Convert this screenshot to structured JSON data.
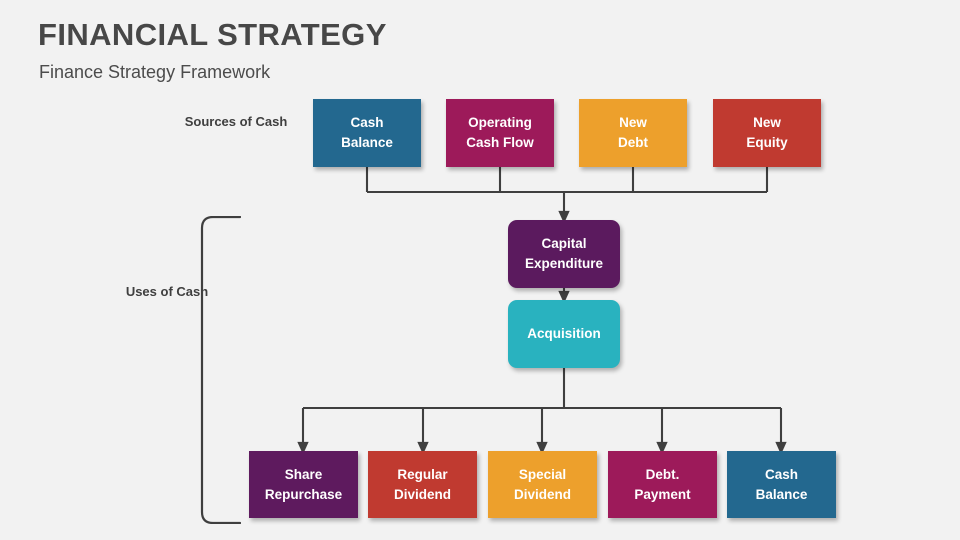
{
  "slide": {
    "title": "FINANCIAL STRATEGY",
    "subtitle": "Finance Strategy Framework",
    "background_color": "#f2f2f2",
    "title_color": "#474747"
  },
  "labels": {
    "sources": "Sources of\nCash",
    "uses": "Uses of\nCash"
  },
  "nodes": {
    "cash_balance_top": {
      "label": "Cash\nBalance",
      "color": "#23688f"
    },
    "operating_cash_flow": {
      "label": "Operating\nCash Flow",
      "color": "#9d1a5a"
    },
    "new_debt": {
      "label": "New\nDebt",
      "color": "#eda02c"
    },
    "new_equity": {
      "label": "New\nEquity",
      "color": "#c03a30"
    },
    "capital_expenditure": {
      "label": "Capital\nExpenditure",
      "color": "#5b1a5e"
    },
    "acquisition": {
      "label": "Acquisition",
      "color": "#29b2bf"
    },
    "share_repurchase": {
      "label": "Share\nRepurchase",
      "color": "#5e1a5e"
    },
    "regular_dividend": {
      "label": "Regular\nDividend",
      "color": "#c03a30"
    },
    "special_dividend": {
      "label": "Special\nDividend",
      "color": "#eda02c"
    },
    "debt_payment": {
      "label": "Debt.\nPayment",
      "color": "#9d1a5a"
    },
    "cash_balance_bottom": {
      "label": "Cash\nBalance",
      "color": "#23688f"
    }
  },
  "connectors": {
    "line_color": "#3f3f3f",
    "bracket_color": "#3f3f3f"
  }
}
